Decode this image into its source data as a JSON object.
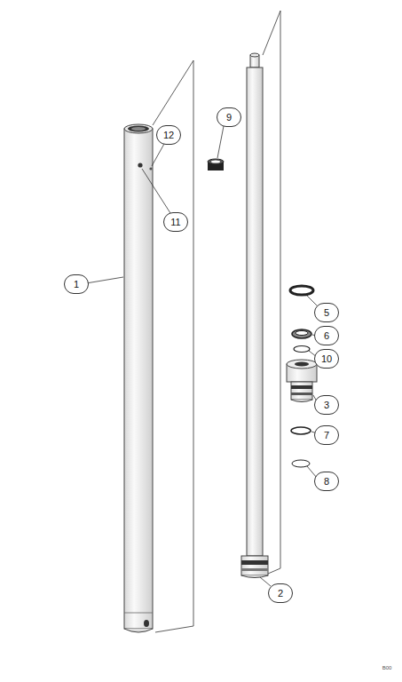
{
  "diagram": {
    "labels": [
      "12",
      "9",
      "11",
      "1",
      "5",
      "6",
      "10",
      "3",
      "7",
      "8",
      "2",
      "B00"
    ]
  }
}
